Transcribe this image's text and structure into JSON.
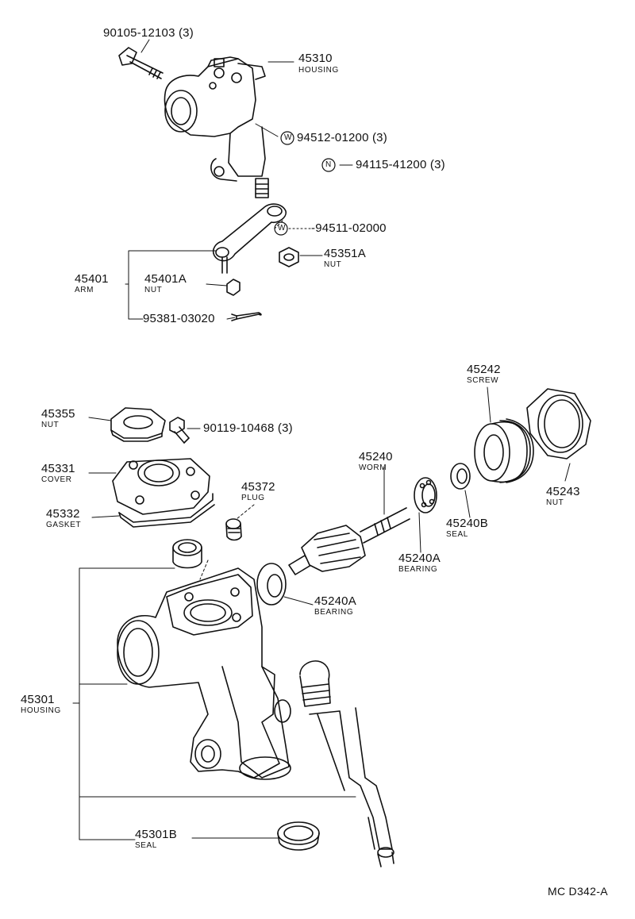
{
  "diagram_code": "MC D342-A",
  "callouts": {
    "bolt_90105": {
      "part": "90105-12103 (3)"
    },
    "housing_45310": {
      "part": "45310",
      "desc": "HOUSING"
    },
    "washer_94512": {
      "symbol": "W",
      "part": "94512-01200 (3)"
    },
    "nut_94115": {
      "symbol": "N",
      "part": "94115-41200 (3)"
    },
    "washer_94511": {
      "symbol": "W",
      "part": "-94511-02000"
    },
    "nut_45351A": {
      "part": "45351A",
      "desc": "NUT"
    },
    "arm_45401": {
      "part": "45401",
      "desc": "ARM"
    },
    "nut_45401A": {
      "part": "45401A",
      "desc": "NUT"
    },
    "pin_95381": {
      "part": "95381-03020"
    },
    "screw_45242": {
      "part": "45242",
      "desc": "SCREW"
    },
    "nut_45355": {
      "part": "45355",
      "desc": "NUT"
    },
    "bolt_90119": {
      "part": "90119-10468 (3)"
    },
    "worm_45240": {
      "part": "45240",
      "desc": "WORM"
    },
    "cover_45331": {
      "part": "45331",
      "desc": "COVER"
    },
    "plug_45372": {
      "part": "45372",
      "desc": "PLUG"
    },
    "nut_45243": {
      "part": "45243",
      "desc": "NUT"
    },
    "seal_45240B": {
      "part": "45240B",
      "desc": "SEAL"
    },
    "gasket_45332": {
      "part": "45332",
      "desc": "GASKET"
    },
    "bearing_45240A_upper": {
      "part": "45240A",
      "desc": "BEARING"
    },
    "bearing_45240A_lower": {
      "part": "45240A",
      "desc": "BEARING"
    },
    "housing_45301": {
      "part": "45301",
      "desc": "HOUSING"
    },
    "seal_45301B": {
      "part": "45301B",
      "desc": "SEAL"
    }
  }
}
